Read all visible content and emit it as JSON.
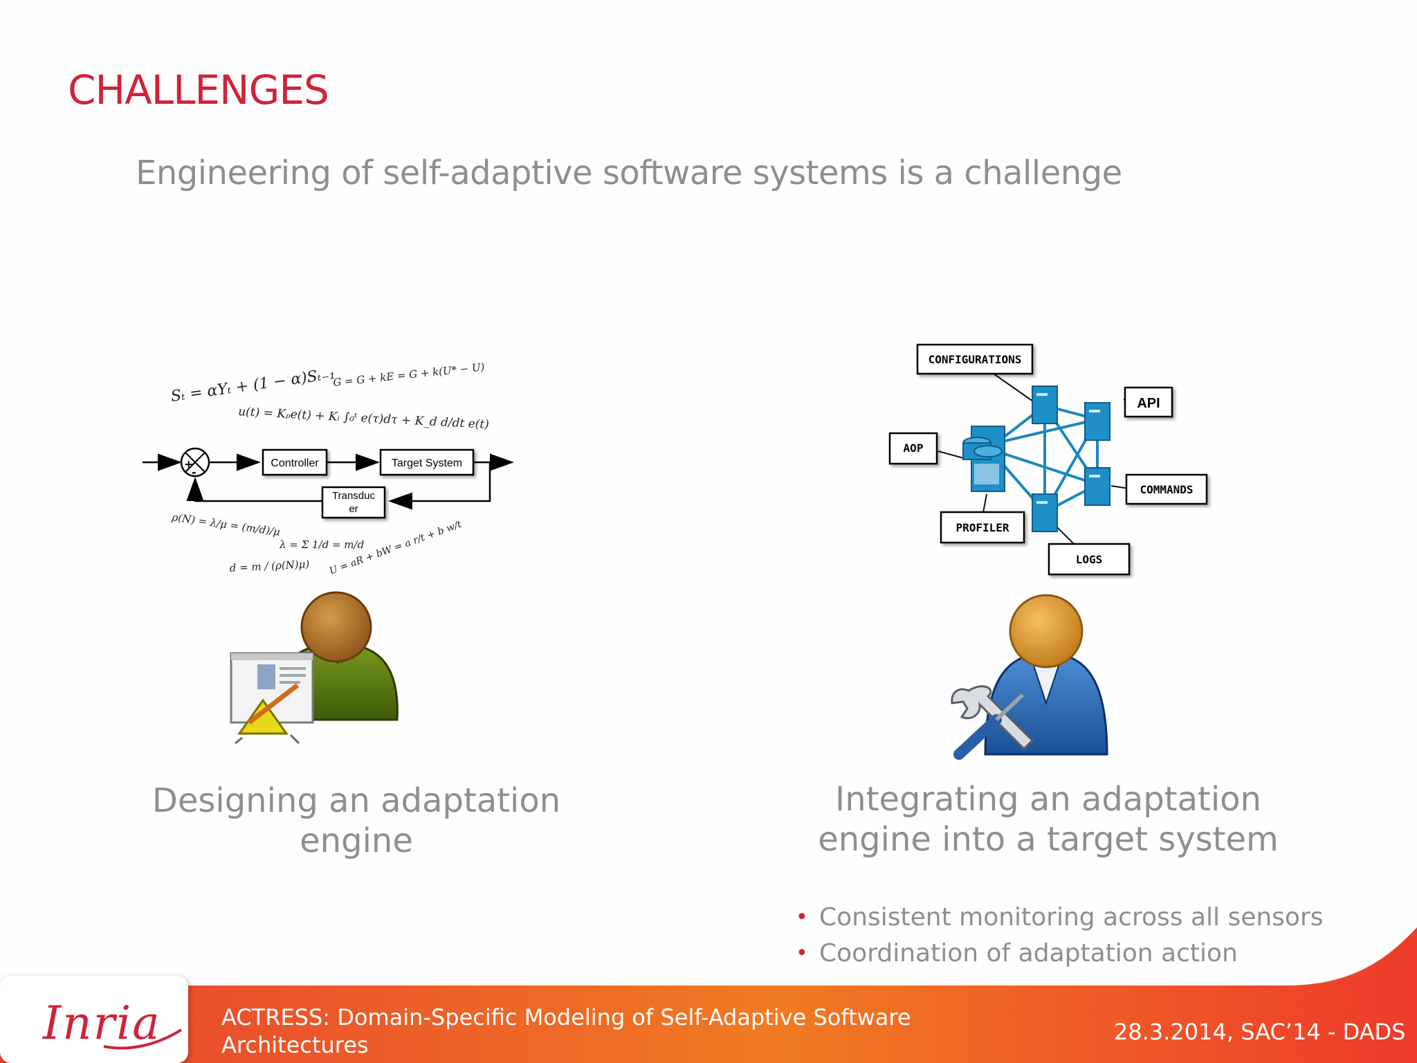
{
  "slide": {
    "title": "CHALLENGES",
    "subtitle": "Engineering of self-adaptive software systems is a challenge"
  },
  "left": {
    "caption": "Designing an adaptation engine",
    "formulas": {
      "f1": "Sₜ = αYₜ + (1 − α)Sₜ₋₁",
      "f2": "G = G + kE = G + k(U* − U)",
      "f3": "u(t) = Kₚe(t) + Kᵢ ∫₀ᵗ e(τ)dτ + K_d d/dt e(t)",
      "f4": "ρ(N) = λ/μ = (m/d)/μ",
      "f5": "λ = Σ 1/d = m/d",
      "f6": "d = m / (ρ(N)μ)",
      "f7": "U = aR + bW = a r/t + b w/t"
    },
    "diagram": {
      "controller": "Controller",
      "target": "Target System",
      "transducer_1": "Transduc",
      "transducer_2": "er",
      "plus": "+",
      "minus": "-"
    }
  },
  "right": {
    "caption": "Integrating an adaptation engine into a target system",
    "network_labels": {
      "configurations": "CONFIGURATIONS",
      "api": "API",
      "aop": "AOP",
      "commands": "COMMANDS",
      "profiler": "PROFILER",
      "logs": "LOGS"
    },
    "bullets": [
      "Consistent monitoring across all sensors",
      "Coordination of adaptation action"
    ]
  },
  "footer": {
    "logo": "Inria",
    "title": "ACTRESS: Domain-Specific Modeling of Self-Adaptive Software Architectures",
    "date": "28.3.2014, SAC’14 - DADS"
  },
  "colors": {
    "accent": "#d0223a",
    "text_gray": "#8e8e8e",
    "footer_orange": "#f07a22",
    "footer_red": "#e8402f",
    "server_blue": "#1f8fc8"
  },
  "icons": {
    "designer": "designer-icon",
    "engineer": "engineer-icon",
    "server": "server-icon",
    "database": "database-server-icon"
  }
}
